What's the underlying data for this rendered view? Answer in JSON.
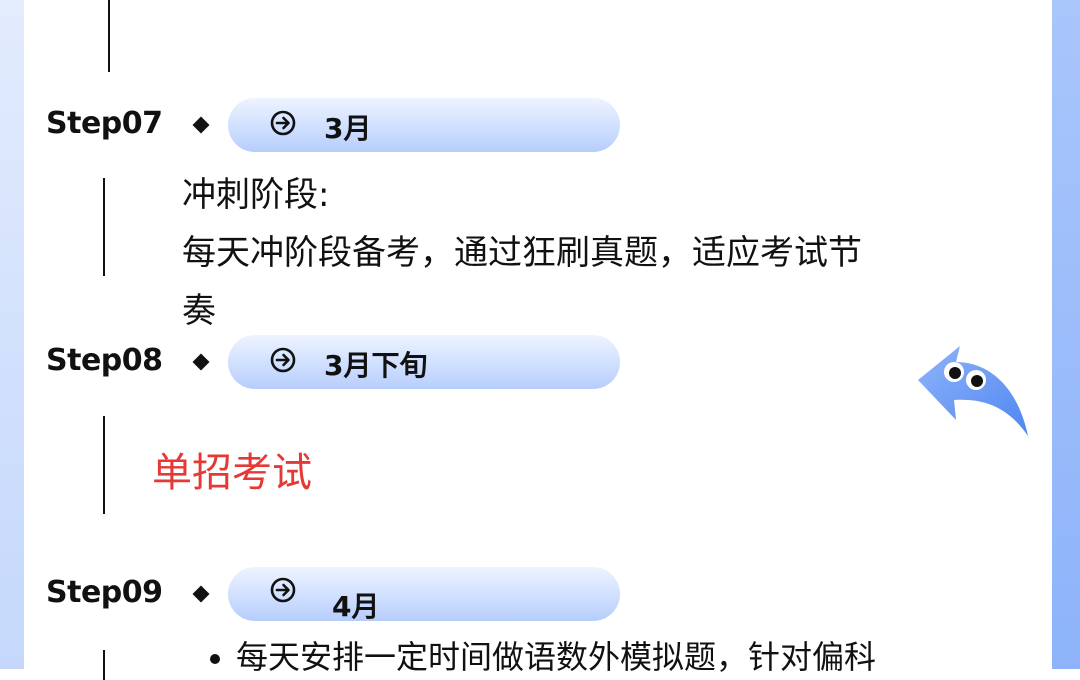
{
  "timeline": {
    "steps": [
      {
        "label": "Step07",
        "date": "3月",
        "content_title": "冲刺阶段:",
        "content_body": "每天冲阶段备考，通过狂刷真题，适应考试节",
        "content_body_wrap": "奏"
      },
      {
        "label": "Step08",
        "date": "3月下旬",
        "highlight": "单招考试"
      },
      {
        "label": "Step09",
        "date": "4月",
        "bullets": [
          "每天安排一定时间做语数外模拟题，针对偏科"
        ]
      }
    ]
  },
  "icons": {
    "pill_icon": "circle-arrow-right-icon",
    "mascot": "blue-arrow-mascot-with-eyes"
  },
  "colors": {
    "accent_red": "#e53935",
    "pill_blue": "#cfdfff",
    "border_blue": "#8db3fa"
  }
}
